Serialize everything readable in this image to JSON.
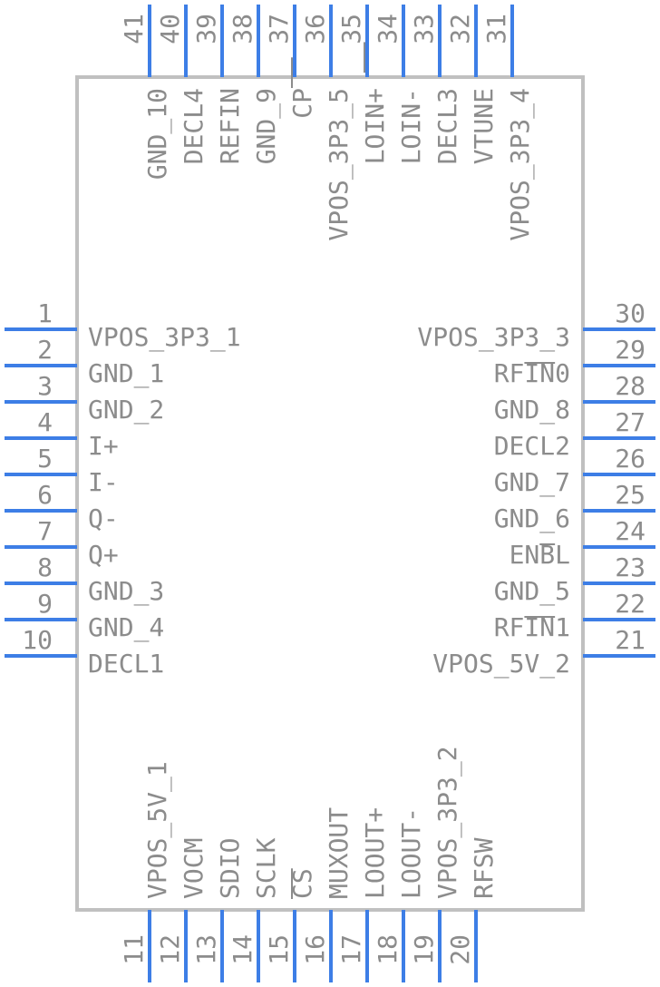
{
  "component": {
    "left_pins": [
      {
        "num": "1",
        "name": "VPOS_3P3_1"
      },
      {
        "num": "2",
        "name": "GND_1"
      },
      {
        "num": "3",
        "name": "GND_2"
      },
      {
        "num": "4",
        "name": "I+"
      },
      {
        "num": "5",
        "name": "I-"
      },
      {
        "num": "6",
        "name": "Q-"
      },
      {
        "num": "7",
        "name": "Q+"
      },
      {
        "num": "8",
        "name": "GND_3"
      },
      {
        "num": "9",
        "name": "GND_4"
      },
      {
        "num": "10",
        "name": "DECL1"
      }
    ],
    "right_pins": [
      {
        "num": "30",
        "name": "VPOS_3P3_3"
      },
      {
        "num": "29",
        "name": "RFIN0",
        "overbar": "IN"
      },
      {
        "num": "28",
        "name": "GND_8"
      },
      {
        "num": "27",
        "name": "DECL2"
      },
      {
        "num": "26",
        "name": "GND_7"
      },
      {
        "num": "25",
        "name": "GND_6"
      },
      {
        "num": "24",
        "name": "ENBL",
        "overbar": "B"
      },
      {
        "num": "23",
        "name": "GND_5"
      },
      {
        "num": "22",
        "name": "RFIN1",
        "overbar": "IN"
      },
      {
        "num": "21",
        "name": "VPOS_5V_2"
      }
    ],
    "bottom_pins": [
      {
        "num": "11",
        "name": "VPOS_5V_1"
      },
      {
        "num": "12",
        "name": "VOCM"
      },
      {
        "num": "13",
        "name": "SDIO"
      },
      {
        "num": "14",
        "name": "SCLK"
      },
      {
        "num": "15",
        "name": "CS",
        "overbar": "CS"
      },
      {
        "num": "16",
        "name": "MUXOUT"
      },
      {
        "num": "17",
        "name": "LOOUT+"
      },
      {
        "num": "18",
        "name": "LOOUT-"
      },
      {
        "num": "19",
        "name": "VPOS_3P3_2"
      },
      {
        "num": "20",
        "name": "RFSW"
      }
    ],
    "top_pins": [
      {
        "num": "41",
        "name": "GND_10"
      },
      {
        "num": "40",
        "name": "DECL4"
      },
      {
        "num": "39",
        "name": "REFIN"
      },
      {
        "num": "38",
        "name": "GND_9"
      },
      {
        "num": "37",
        "name": "CP",
        "overbar": "CP"
      },
      {
        "num": "36",
        "name": "VPOS_3P3_5"
      },
      {
        "num": "35",
        "name": "LOIN+",
        "overbar": "IN"
      },
      {
        "num": "34",
        "name": "LOIN-"
      },
      {
        "num": "33",
        "name": "DECL3"
      },
      {
        "num": "32",
        "name": "VTUNE"
      },
      {
        "num": "31",
        "name": "VPOS_3P3_4"
      }
    ]
  }
}
